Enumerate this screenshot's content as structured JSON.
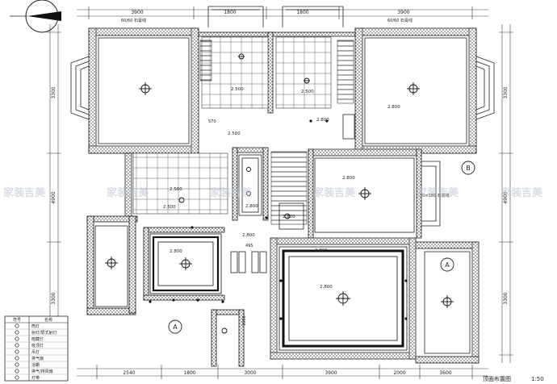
{
  "drawing": {
    "title": "顶面布置图",
    "scale": "1:50",
    "watermark": "家装吉美"
  },
  "axes": {
    "a": "A",
    "b": "B"
  },
  "notes": {
    "top_left": "60/60 石膏线",
    "top_right": "60/60 石膏线",
    "right_mid": "30×180 石膏线"
  },
  "elevations": {
    "bed1": "2.800",
    "wc_left": "2.500",
    "wc_right": "2.500",
    "bed2": "2.800",
    "hall_left": "2.500",
    "hall_right": "2.800",
    "kitchen": "2.500",
    "wc_small": "2.500",
    "bed3": "2.800",
    "aisle": "2.800",
    "corridor_l": "2.800",
    "corridor_r": "2.800",
    "dining": "2.800",
    "living": "2.800"
  },
  "dimensions": {
    "top": [
      "3900",
      "1800",
      "1800",
      "3900"
    ],
    "bottom": [
      "2540",
      "1800",
      "3000",
      "3900",
      "2000",
      "3600"
    ],
    "left": [
      "3300",
      "4900",
      "3300"
    ],
    "right": [
      "3300",
      "4900",
      "3300"
    ],
    "inner_1": "495",
    "inner_2": "1000",
    "inner_3": "570"
  },
  "legend": {
    "header_symbol": "符号",
    "header_name": "名称",
    "rows": [
      {
        "icon": "downlight-icon",
        "name": "筒灯"
      },
      {
        "icon": "ceiling-lamp-icon",
        "name": "射灯/层式射灯"
      },
      {
        "icon": "light-strip-icon",
        "name": "暗藏灯"
      },
      {
        "icon": "chandelier-icon",
        "name": "吸顶灯"
      },
      {
        "icon": "pendant-icon",
        "name": "吊灯"
      },
      {
        "icon": "fan-lamp-icon",
        "name": "排气扇"
      },
      {
        "icon": "heater-icon",
        "name": "浴霸"
      },
      {
        "icon": "vent-icon",
        "name": "换气/排风扇"
      },
      {
        "icon": "flat-light-icon",
        "name": "灯带"
      }
    ]
  }
}
